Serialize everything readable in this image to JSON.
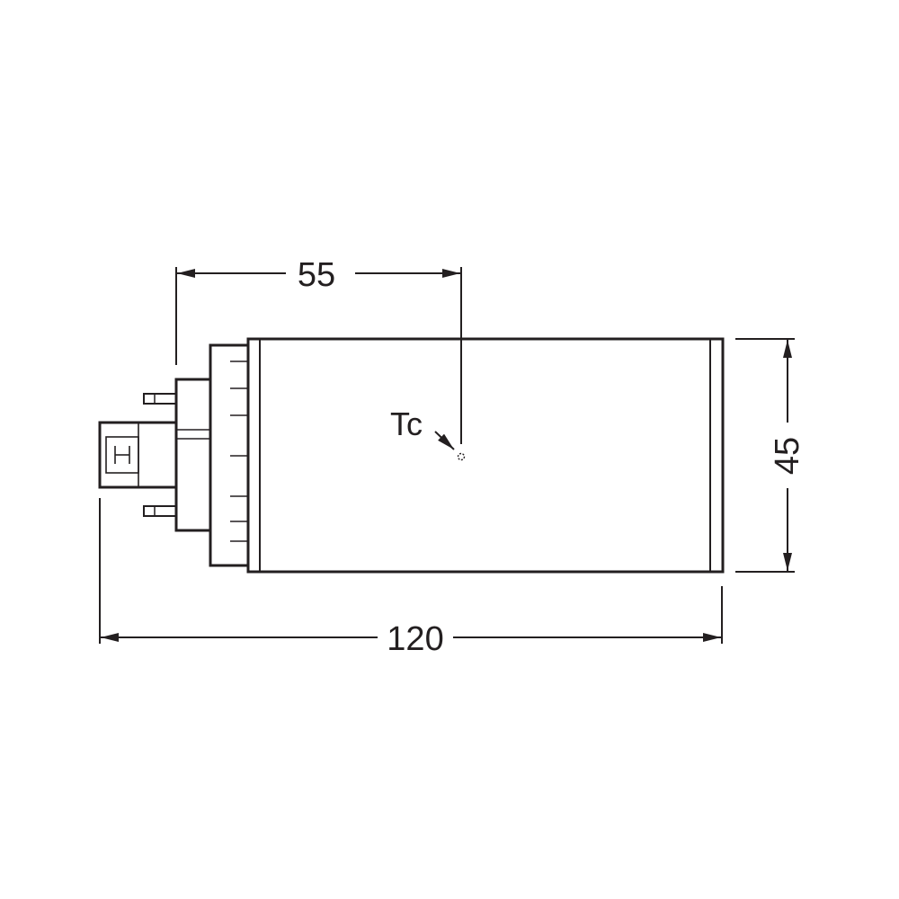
{
  "dimensions": {
    "top": "55",
    "bottom": "120",
    "right": "45"
  },
  "labels": {
    "tc": "Tc"
  },
  "colors": {
    "line": "#231f20",
    "background": "#ffffff"
  }
}
